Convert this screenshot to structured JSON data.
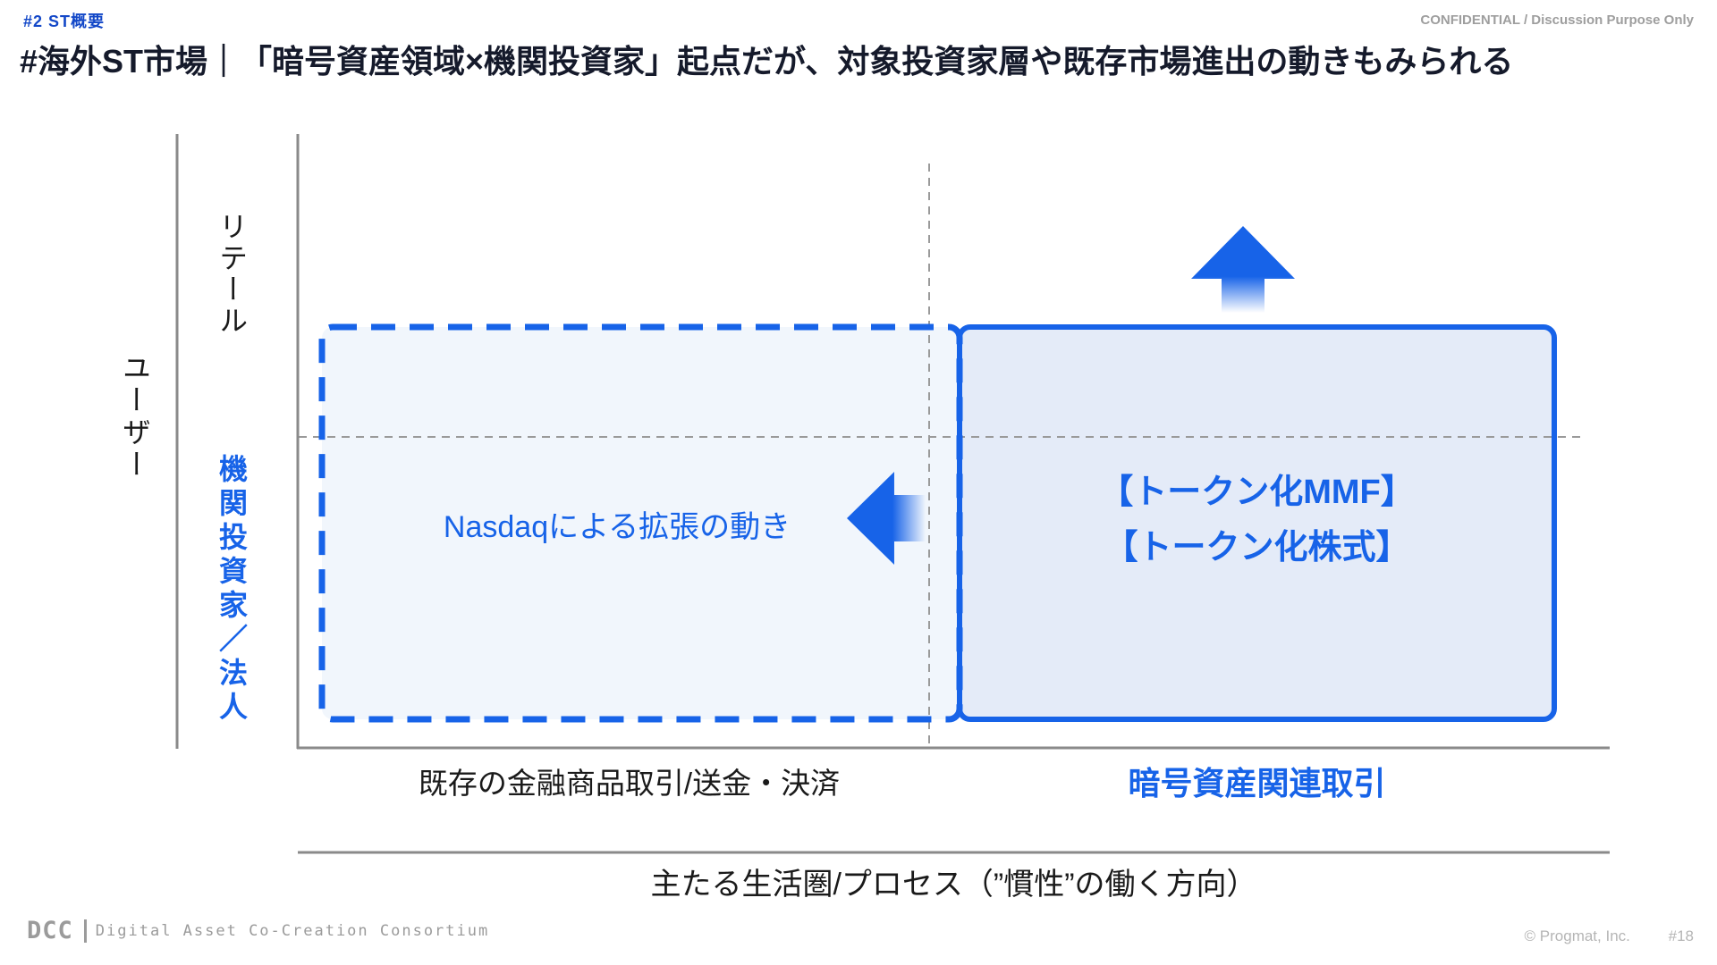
{
  "header": {
    "tag": "#2 ST概要",
    "confidential": "CONFIDENTIAL / Discussion Purpose Only",
    "title": "#海外ST市場｜「暗号資産領域×機関投資家」起点だが、対象投資家層や既存市場進出の動きもみられる"
  },
  "diagram": {
    "y_axis": {
      "title": "ユーザー",
      "top_label": "リテール",
      "bottom_label": "機関投資家／法人"
    },
    "x_axis": {
      "left_label": "既存の金融商品取引/送金・決済",
      "right_label": "暗号資産関連取引",
      "caption": "主たる生活圏/プロセス（”慣性”の働く方向）"
    },
    "boxes": [
      {
        "style": "dashed",
        "label": "Nasdaqによる拡張の動き",
        "arrow": "left"
      },
      {
        "style": "solid",
        "labels": [
          "【トークン化MMF】",
          "【トークン化株式】"
        ],
        "arrow": "up"
      }
    ],
    "colors": {
      "accent_blue": "#1763e8",
      "dashed_box_fill": "#f1f6fc",
      "solid_box_fill": "#e4ebf8",
      "axis_gray": "#8a8a8a",
      "guide_gray": "#9a9a9a"
    }
  },
  "footer": {
    "logo": "DCC",
    "consortium": "Digital Asset Co-Creation Consortium",
    "copyright": "© Progmat, Inc.",
    "page": "#18"
  }
}
